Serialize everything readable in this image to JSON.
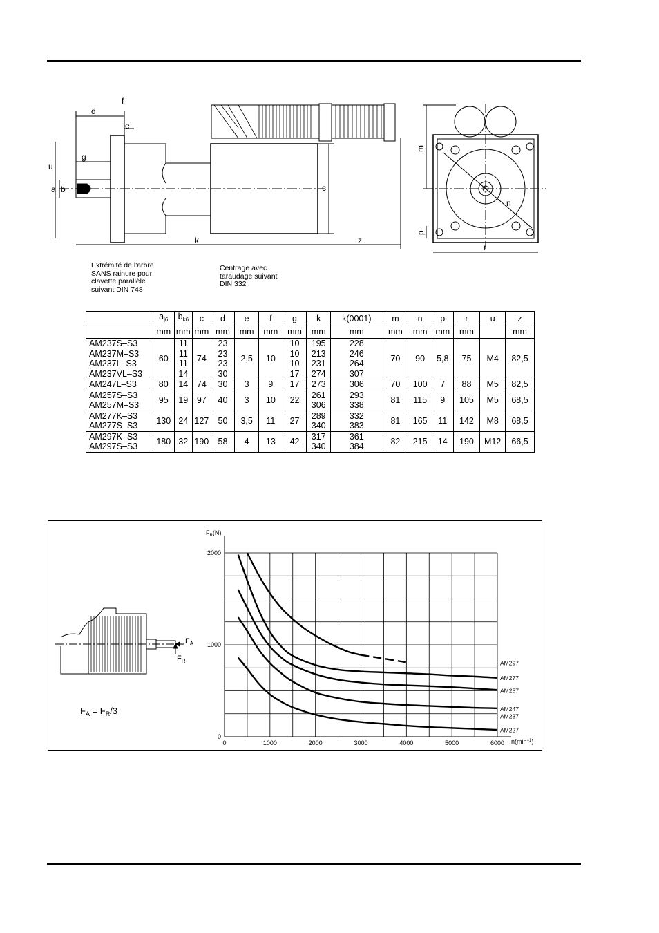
{
  "drawing": {
    "dim_labels": {
      "d": "d",
      "f": "f",
      "e": "e",
      "g": "g",
      "u": "u",
      "a": "a",
      "b": "b",
      "k": "k",
      "c": "c",
      "z": "z",
      "m": "m",
      "n": "n",
      "p": "p",
      "r": "r"
    },
    "note_shaft": "Extrémité de l'arbre\nSANS rainure pour\nclavette parallèle\nsuivant DIN 748",
    "note_center": "Centrage avec\ntaraudage suivant\nDIN 332"
  },
  "table": {
    "headers": [
      "a",
      "b",
      "c",
      "d",
      "e",
      "f",
      "g",
      "k",
      "k(0001)",
      "m",
      "n",
      "p",
      "r",
      "u",
      "z"
    ],
    "header_subs": {
      "a": "j6",
      "b": "k6"
    },
    "units": [
      "mm",
      "mm",
      "mm",
      "mm",
      "mm",
      "mm",
      "mm",
      "mm",
      "mm",
      "mm",
      "mm",
      "mm",
      "mm",
      "",
      "mm"
    ],
    "rows": [
      {
        "models": "AM237S–S3\nAM237M–S3\nAM237L–S3\nAM237VL–S3",
        "a": "60",
        "b": "11\n11\n11\n14",
        "c": "74",
        "d": "23\n23\n23\n30",
        "e": "2,5",
        "f": "10",
        "g": "10\n10\n10\n17",
        "k": "195\n213\n231\n274",
        "k0001": "228\n246\n264\n307",
        "m": "70",
        "n": "90",
        "p": "5,8",
        "r": "75",
        "u": "M4",
        "z": "82,5"
      },
      {
        "models": "AM247L–S3",
        "a": "80",
        "b": "14",
        "c": "74",
        "d": "30",
        "e": "3",
        "f": "9",
        "g": "17",
        "k": "273",
        "k0001": "306",
        "m": "70",
        "n": "100",
        "p": "7",
        "r": "88",
        "u": "M5",
        "z": "82,5"
      },
      {
        "models": "AM257S–S3\nAM257M–S3",
        "a": "95",
        "b": "19",
        "c": "97",
        "d": "40",
        "e": "3",
        "f": "10",
        "g": "22",
        "k": "261\n306",
        "k0001": "293\n338",
        "m": "81",
        "n": "115",
        "p": "9",
        "r": "105",
        "u": "M5",
        "z": "68,5"
      },
      {
        "models": "AM277K–S3\nAM277S–S3",
        "a": "130",
        "b": "24",
        "c": "127",
        "d": "50",
        "e": "3,5",
        "f": "11",
        "g": "27",
        "k": "289\n340",
        "k0001": "332\n383",
        "m": "81",
        "n": "165",
        "p": "11",
        "r": "142",
        "u": "M8",
        "z": "68,5"
      },
      {
        "models": "AM297K–S3\nAM297S–S3",
        "a": "180",
        "b": "32",
        "c": "190",
        "d": "58",
        "e": "4",
        "f": "13",
        "g": "42",
        "k": "317\n340",
        "k0001": "361\n384",
        "m": "82",
        "n": "215",
        "p": "14",
        "r": "190",
        "u": "M12",
        "z": "66,5"
      }
    ]
  },
  "force_sketch": {
    "fa_label": "F",
    "fa_sub": "A",
    "fr_label": "F",
    "fr_sub": "R",
    "formula_left": "F",
    "formula_left_sub": "A",
    "formula_eq": " = F",
    "formula_right_sub": "R",
    "formula_tail": "/3"
  },
  "chart_data": {
    "type": "line",
    "ylabel": "F",
    "ylabel_sub": "R",
    "ylabel_unit": "(N)",
    "xlabel": "n(min",
    "xlabel_exp": "−1",
    "xlabel_close": ")",
    "xlim": [
      0,
      6000
    ],
    "ylim": [
      0,
      2000
    ],
    "x_grid_step": 500,
    "y_grid_step": 250,
    "grid": true,
    "x_tick_labels": [
      "0",
      "1000",
      "2000",
      "3000",
      "4000",
      "5000",
      "6000"
    ],
    "x_ticks": [
      0,
      1000,
      2000,
      3000,
      4000,
      5000,
      6000
    ],
    "y_tick_labels": [
      "0",
      "1000",
      "2000"
    ],
    "y_ticks": [
      0,
      1000,
      2000
    ],
    "series": [
      {
        "name": "AM297",
        "label_y": 800,
        "dashed_from_x": 3000,
        "x": [
          500,
          750,
          1000,
          1250,
          1500,
          1750,
          2000,
          2250,
          2500,
          2750,
          3000,
          3500,
          4000
        ],
        "y": [
          2000,
          1760,
          1560,
          1400,
          1280,
          1180,
          1100,
          1030,
          970,
          920,
          890,
          850,
          810
        ]
      },
      {
        "name": "AM277",
        "label_y": 640,
        "x": [
          300,
          500,
          750,
          1000,
          1250,
          1500,
          2000,
          2500,
          3000,
          3500,
          4000,
          4500,
          5000,
          5500,
          6000
        ],
        "y": [
          1980,
          1700,
          1380,
          1140,
          980,
          880,
          780,
          730,
          710,
          700,
          690,
          680,
          665,
          655,
          640
        ]
      },
      {
        "name": "AM257",
        "label_y": 500,
        "x": [
          300,
          500,
          750,
          1000,
          1250,
          1500,
          2000,
          2500,
          3000,
          3500,
          4000,
          4500,
          5000,
          5500,
          6000
        ],
        "y": [
          1600,
          1400,
          1160,
          980,
          860,
          780,
          680,
          620,
          590,
          570,
          560,
          550,
          540,
          525,
          510
        ]
      },
      {
        "name": "AM247",
        "label_y": 300,
        "x": [
          300,
          500,
          750,
          1000,
          1250,
          1500,
          2000,
          2500,
          3000,
          3500,
          4000,
          4500,
          5000,
          5500,
          6000
        ],
        "y": [
          1300,
          1150,
          950,
          800,
          690,
          600,
          480,
          420,
          380,
          360,
          345,
          335,
          325,
          315,
          310
        ]
      },
      {
        "name": "AM237",
        "label_y": 220,
        "x": [],
        "y": []
      },
      {
        "name": "AM227",
        "label_y": 70,
        "x": [
          300,
          500,
          750,
          1000,
          1250,
          1500,
          2000,
          2500,
          3000,
          3500,
          4000,
          4500,
          5000,
          5500,
          6000
        ],
        "y": [
          860,
          740,
          580,
          460,
          380,
          320,
          240,
          190,
          160,
          140,
          120,
          105,
          95,
          85,
          75
        ]
      }
    ]
  }
}
